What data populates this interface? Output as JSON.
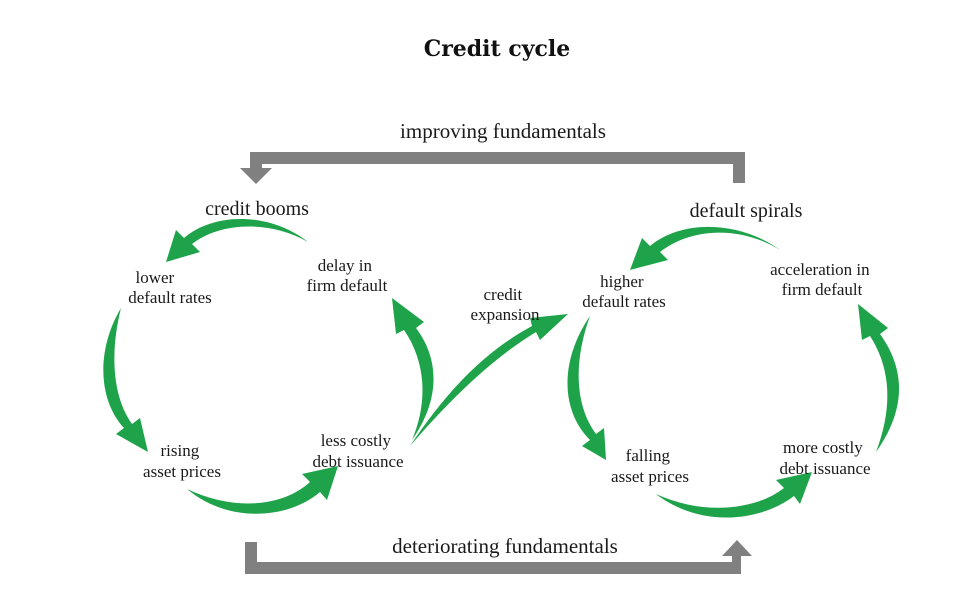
{
  "title": "Credit cycle",
  "colors": {
    "cycle_arrow": "#1fa34a",
    "fundamentals_arrow": "#808080",
    "text": "#1a1a1a"
  },
  "top_band": {
    "label": "improving fundamentals",
    "direction": "right-to-left"
  },
  "bottom_band": {
    "label": "deteriorating fundamentals",
    "direction": "left-to-right"
  },
  "left_cycle": {
    "heading": "credit booms",
    "nodes": [
      {
        "id": "lower-default-rates",
        "lines": [
          "lower",
          "default rates"
        ]
      },
      {
        "id": "rising-asset-prices",
        "lines": [
          "rising",
          "asset prices"
        ]
      },
      {
        "id": "less-costly-debt",
        "lines": [
          "less costly",
          "debt issuance"
        ]
      },
      {
        "id": "delay-firm-default",
        "lines": [
          "delay in",
          "firm default"
        ]
      }
    ]
  },
  "bridge": {
    "lines": [
      "credit",
      "expansion"
    ]
  },
  "right_cycle": {
    "heading": "default spirals",
    "nodes": [
      {
        "id": "higher-default-rates",
        "lines": [
          "higher",
          "default rates"
        ]
      },
      {
        "id": "falling-asset-prices",
        "lines": [
          "falling",
          "asset prices"
        ]
      },
      {
        "id": "more-costly-debt",
        "lines": [
          "more costly",
          "debt issuance"
        ]
      },
      {
        "id": "acceleration-firm-default",
        "lines": [
          "acceleration in",
          "firm default"
        ]
      }
    ]
  }
}
